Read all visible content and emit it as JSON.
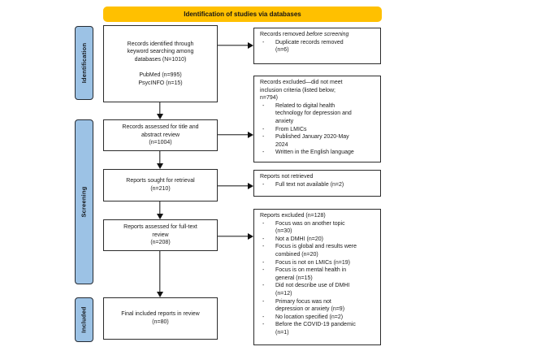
{
  "banner": {
    "label": "Identification of studies via databases"
  },
  "colors": {
    "banner_bg": "#FFC000",
    "stage_bg": "#9CC2E5",
    "box_border": "#2B2B2B",
    "arrow": "#111111"
  },
  "sidebar": {
    "stages": [
      {
        "label": "Identification"
      },
      {
        "label": "Screening"
      },
      {
        "label": "Included"
      }
    ]
  },
  "flow_boxes": [
    {
      "text": "Records identified through\nkeyword searching among\ndatabases (N=1010)\n\nPubMed (n=995)\nPsycINFO (n=15)"
    },
    {
      "text": "Records assessed for title and\nabstract review\n(n=1004)"
    },
    {
      "text": "Reports sought for retrieval\n(n=210)"
    },
    {
      "text": "Reports assessed for full-text\nreview\n(n=208)"
    },
    {
      "text": "Final included reports in review\n(n=80)"
    }
  ],
  "side_boxes": [
    {
      "title_prefix": "Records removed ",
      "title_italic": "before screening",
      "items": [
        "Duplicate records removed\n(n=6)"
      ]
    },
    {
      "title": "Records excluded—did not meet\ninclusion criteria (listed below;\nn=794)",
      "items": [
        "Related to digital health\ntechnology for depression and\nanxiety",
        "From LMICs",
        "Published January 2020-May\n2024",
        "Written in the English language"
      ]
    },
    {
      "title": "Reports not retrieved",
      "items": [
        "Full text not available (n=2)"
      ]
    },
    {
      "title": "Reports excluded (n=128)",
      "items": [
        "Focus was on another topic\n(n=30)",
        "Not a DMHI (n=20)",
        "Focus is global and results were\ncombined (n=20)",
        "Focus is not on LMICs (n=19)",
        "Focus is on mental health in\ngeneral (n=15)",
        "Did not describe use of DMHI\n(n=12)",
        "Primary focus was not\ndepression or anxiety (n=9)",
        "No location specified (n=2)",
        "Before the COVID-19 pandemic\n(n=1)"
      ]
    }
  ]
}
